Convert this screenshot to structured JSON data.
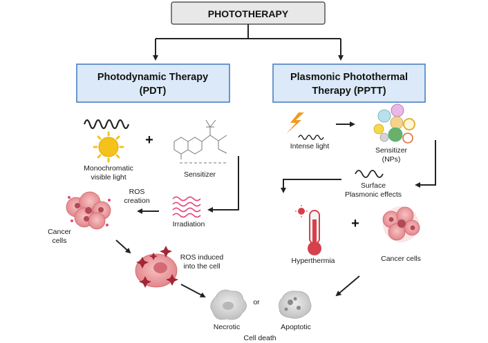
{
  "top": {
    "title": "PHOTOTHERAPY"
  },
  "pdt": {
    "title_line1": "Photodynamic Therapy",
    "title_line2": "(PDT)",
    "light_label_line1": "Monochromatic",
    "light_label_line2": "visible light",
    "sensitizer_label": "Sensitizer",
    "irradiation_label": "Irradiation",
    "ros_creation_line1": "ROS",
    "ros_creation_line2": "creation",
    "cancer_cells_line1": "Cancer",
    "cancer_cells_line2": "cells",
    "ros_induced_line1": "ROS induced",
    "ros_induced_line2": "into the cell",
    "plus": "+"
  },
  "pptt": {
    "title_line1": "Plasmonic Photothermal",
    "title_line2": "Therapy (PPTT)",
    "intense_light_label": "Intense light",
    "sensitizer_line1": "Sensitizer",
    "sensitizer_line2": "(NPs)",
    "surface_line1": "Surface",
    "surface_line2": "Plasmonic effects",
    "hyperthermia_label": "Hyperthermia",
    "cancer_cells_label": "Cancer cells",
    "plus": "+"
  },
  "outcome": {
    "necrotic_label": "Necrotic",
    "or_label": "or",
    "apoptotic_label": "Apoptotic",
    "cell_death_label": "Cell death"
  },
  "colors": {
    "top_box_fill": "#e8e8e8",
    "therapy_box_fill": "#dbe9f8",
    "therapy_box_stroke": "#4a7fc1",
    "sun": "#f5c21b",
    "laser": "#e8457a",
    "thermometer": "#d6404a",
    "cancer_cell": "#ef9a9a",
    "dead_cell": "#cfcfcf",
    "bolt": "#f29a1f"
  }
}
